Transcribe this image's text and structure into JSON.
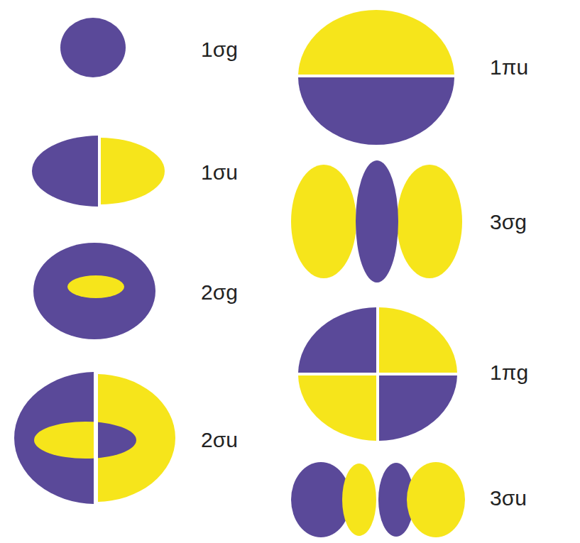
{
  "diagram": {
    "labels": [
      "1σg",
      "1σu",
      "2σg",
      "2σu",
      "1πu",
      "3σg",
      "1πg",
      "3σu"
    ]
  }
}
